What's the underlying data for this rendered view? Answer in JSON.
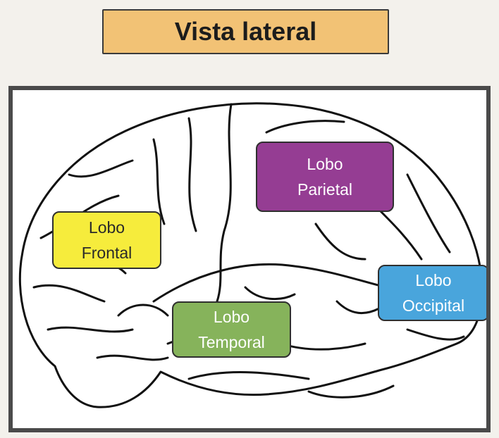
{
  "title": {
    "text": "Vista lateral"
  },
  "colors": {
    "title_box": "#f2c275",
    "frontal": "#f6ec3c",
    "parietal": "#953d93",
    "occipital": "#49a5dc",
    "temporal": "#86b35b"
  },
  "lobes": {
    "frontal": {
      "line1": "Lobo",
      "line2": "Frontal"
    },
    "parietal": {
      "line1": "Lobo",
      "line2": "Parietal"
    },
    "occipital": {
      "line1": "Lobo",
      "line2": "Occipital"
    },
    "temporal": {
      "line1": "Lobo",
      "line2": "Temporal"
    }
  }
}
